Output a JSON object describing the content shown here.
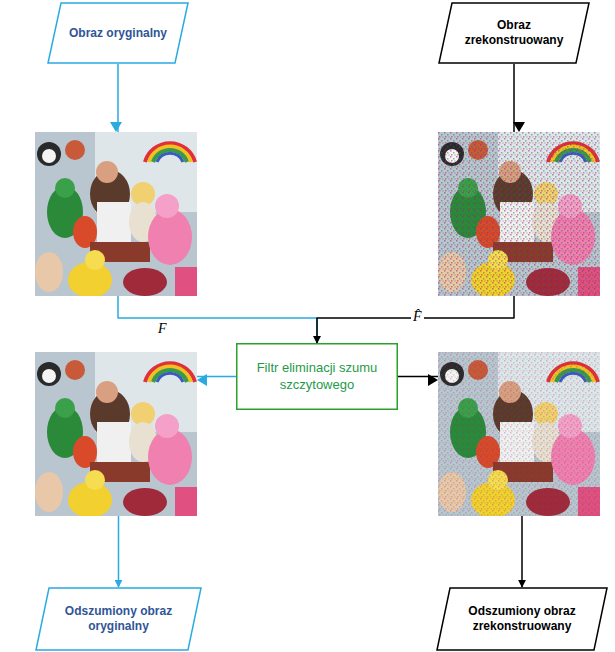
{
  "diagram": {
    "nodes": [
      {
        "text": [
          "Obraz oryginalny"
        ]
      },
      {
        "text": [
          "Obraz zrekonstruowany"
        ]
      },
      {
        "text": [
          "Filtr eliminacji szumu szczytowego"
        ]
      },
      {
        "text": [
          "Odszumiony obraz oryginalny"
        ]
      },
      {
        "text": [
          "Odszumiony obraz zrekonstruowany"
        ]
      }
    ],
    "edges": [
      {
        "from": 0,
        "to": 2,
        "arrow": "to",
        "label": "F"
      },
      {
        "from": 1,
        "to": 2,
        "arrow": "to",
        "label": "F̂"
      },
      {
        "from": 2,
        "to": 3,
        "arrow": "to"
      },
      {
        "from": 2,
        "to": 4,
        "arrow": "to"
      }
    ]
  }
}
